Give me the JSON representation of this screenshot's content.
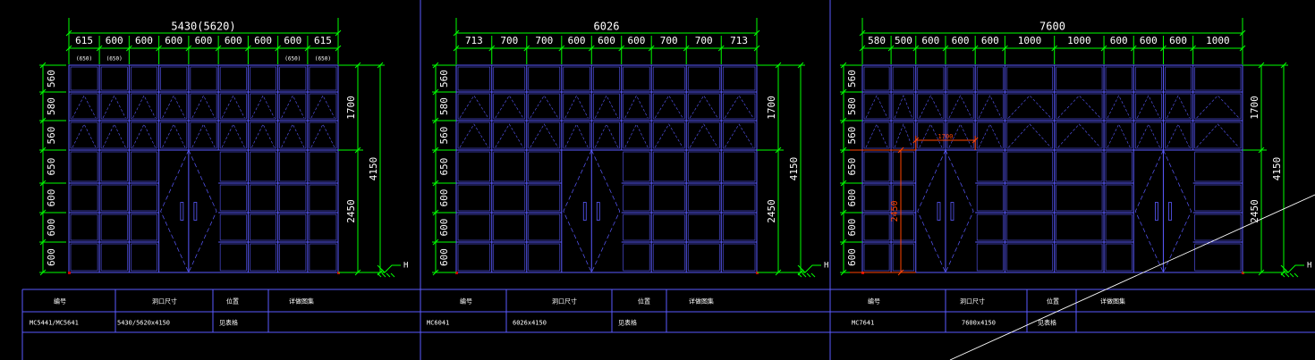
{
  "colors": {
    "background": "#000000",
    "dimension": "#00ff00",
    "frame": "#5a5aff",
    "text": "#ffffff",
    "highlight": "#ff4400",
    "border": "#c8c8c8"
  },
  "panels": [
    {
      "overall_label": "5430(5620)",
      "widths": [
        615,
        600,
        600,
        600,
        600,
        600,
        600,
        600,
        615
      ],
      "width_labels": [
        "615",
        "600",
        "600",
        "600",
        "600",
        "600",
        "600",
        "600",
        "615"
      ],
      "small_notes": [
        {
          "col": 0,
          "text": "(650)"
        },
        {
          "col": 1,
          "text": "(650)"
        },
        {
          "col": 7,
          "text": "(650)"
        },
        {
          "col": 8,
          "text": "(650)"
        }
      ],
      "door_pairs": [
        [
          3,
          4,
          5
        ]
      ],
      "highlight": null
    },
    {
      "overall_label": "6026",
      "widths": [
        713,
        700,
        700,
        600,
        600,
        600,
        700,
        700,
        713
      ],
      "width_labels": [
        "713",
        "700",
        "700",
        "600",
        "600",
        "600",
        "700",
        "700",
        "713"
      ],
      "small_notes": [],
      "door_pairs": [
        [
          3,
          4,
          5
        ]
      ],
      "highlight": null
    },
    {
      "overall_label": "7600",
      "widths": [
        580,
        500,
        600,
        600,
        600,
        1000,
        1000,
        600,
        600,
        600,
        1000
      ],
      "width_labels": [
        "580",
        "500",
        "600",
        "600",
        "600",
        "1000",
        "1000",
        "600",
        "600",
        "600",
        "1000"
      ],
      "small_notes": [],
      "door_pairs": [
        [
          2,
          3,
          4
        ],
        [
          8,
          9,
          10
        ]
      ],
      "highlight": {
        "width_label": "1700",
        "height_label": "2450"
      }
    }
  ],
  "heights": [
    560,
    580,
    560,
    650,
    600,
    600,
    600
  ],
  "height_labels": [
    "560",
    "580",
    "560",
    "650",
    "600",
    "600",
    "600"
  ],
  "right_dims": {
    "upper": "1700",
    "lower": "2450",
    "total": "4150"
  },
  "level_mark": "H",
  "table": {
    "header": [
      "编号",
      "洞口尺寸",
      "位置",
      "详做图集"
    ],
    "rows": [
      [
        "MC5441/MC5641",
        "5430/5620x4150",
        "见表格"
      ],
      [
        "MC6041",
        "6026x4150",
        "见表格"
      ],
      [
        "MC7641",
        "7600x4150",
        "见表格"
      ]
    ]
  }
}
